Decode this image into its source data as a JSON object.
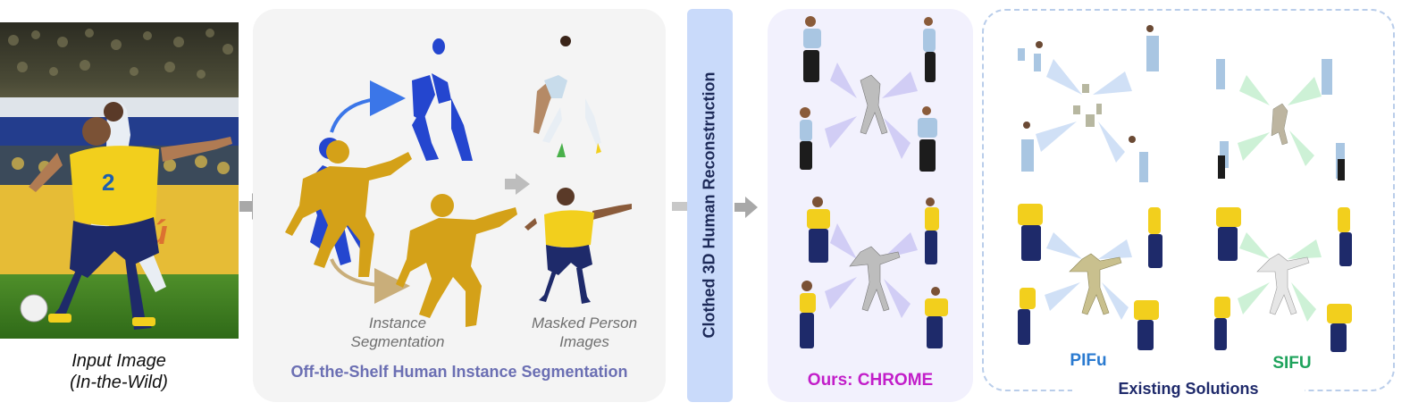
{
  "input": {
    "caption_line1": "Input Image",
    "caption_line2": "(In-the-Wild)",
    "jersey_number": "2"
  },
  "segmentation": {
    "title": "Off-the-Shelf Human Instance Segmentation",
    "instance_label_line1": "Instance",
    "instance_label_line2": "Segmentation",
    "masked_label_line1": "Masked Person",
    "masked_label_line2": "Images"
  },
  "reconstruction_bar": {
    "label": "Clothed 3D Human Reconstruction"
  },
  "ours": {
    "label": "Ours: CHROME"
  },
  "existing": {
    "title": "Existing Solutions",
    "pifu_label": "PIFu",
    "sifu_label": "SIFU"
  },
  "colors": {
    "segmentation_title": "#6b6fb3",
    "ours_label": "#c21ec9",
    "existing_title": "#1f2a6b",
    "pifu_label": "#2a7ad0",
    "sifu_label": "#1fa35c",
    "mask_blue": "#2446cf",
    "mask_gold": "#d4a118",
    "bar_blue": "#c9dafa",
    "jersey_yellow": "#f2cf1d",
    "shorts_navy": "#1e2a6a"
  }
}
